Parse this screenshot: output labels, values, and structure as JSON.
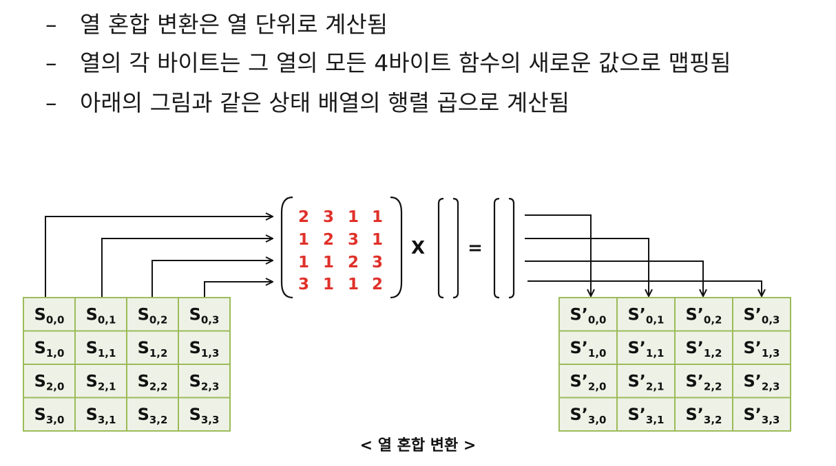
{
  "bullets": [
    {
      "dash": "–",
      "text": "열 혼합 변환은 열 단위로 계산됨"
    },
    {
      "dash": "–",
      "text": "열의 각 바이트는 그 열의 모든 4바이트 함수의 새로운 값으로 맵핑됨"
    },
    {
      "dash": "–",
      "text": "아래의 그림과 같은 상태 배열의 행렬 곱으로 계산됨"
    }
  ],
  "state_matrix": {
    "symbol": "S",
    "rows": [
      [
        "0,0",
        "0,1",
        "0,2",
        "0,3"
      ],
      [
        "1,0",
        "1,1",
        "1,2",
        "1,3"
      ],
      [
        "2,0",
        "2,1",
        "2,2",
        "2,3"
      ],
      [
        "3,0",
        "3,1",
        "3,2",
        "3,3"
      ]
    ]
  },
  "result_matrix": {
    "symbol": "S’",
    "rows": [
      [
        "0,0",
        "0,1",
        "0,2",
        "0,3"
      ],
      [
        "1,0",
        "1,1",
        "1,2",
        "1,3"
      ],
      [
        "2,0",
        "2,1",
        "2,2",
        "2,3"
      ],
      [
        "3,0",
        "3,1",
        "3,2",
        "3,3"
      ]
    ]
  },
  "mix_matrix": [
    [
      "2",
      "3",
      "1",
      "1"
    ],
    [
      "1",
      "2",
      "3",
      "1"
    ],
    [
      "1",
      "1",
      "2",
      "3"
    ],
    [
      "3",
      "1",
      "1",
      "2"
    ]
  ],
  "operators": {
    "multiply": "X",
    "equals": "="
  },
  "caption": "< 열 혼합 변환 >",
  "colors": {
    "cell_fill": "#eef2e6",
    "cell_border": "#9bbb59",
    "matrix_text": "#e0302a",
    "arrow": "#111111"
  }
}
